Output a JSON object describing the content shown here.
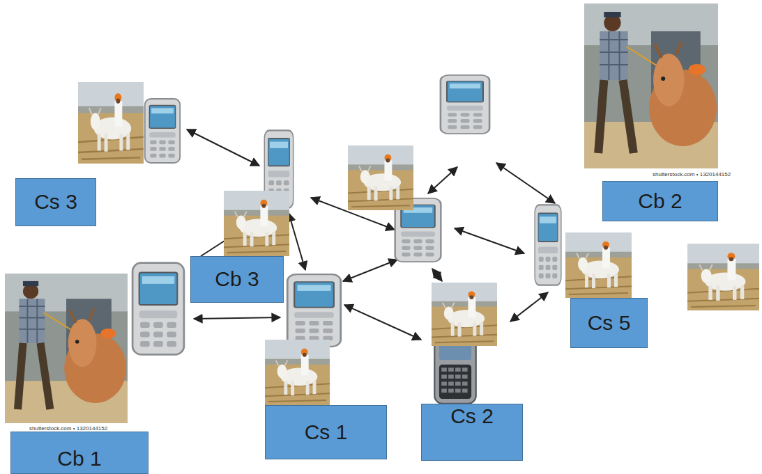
{
  "diagram": {
    "nodes": [
      {
        "text": [
          "Cs 3"
        ]
      },
      {
        "text": [
          "Cb 2"
        ]
      },
      {
        "text": [
          "Cb 3"
        ]
      },
      {
        "text": [
          "Cs 5"
        ]
      },
      {
        "text": [
          "Cs 2"
        ]
      },
      {
        "text": [
          "Cs 1"
        ]
      },
      {
        "text": [
          "Cb 1"
        ]
      }
    ],
    "labels": [
      "shutterstock.com • 1320144152",
      "shutterstock.com • 1320144152"
    ]
  }
}
